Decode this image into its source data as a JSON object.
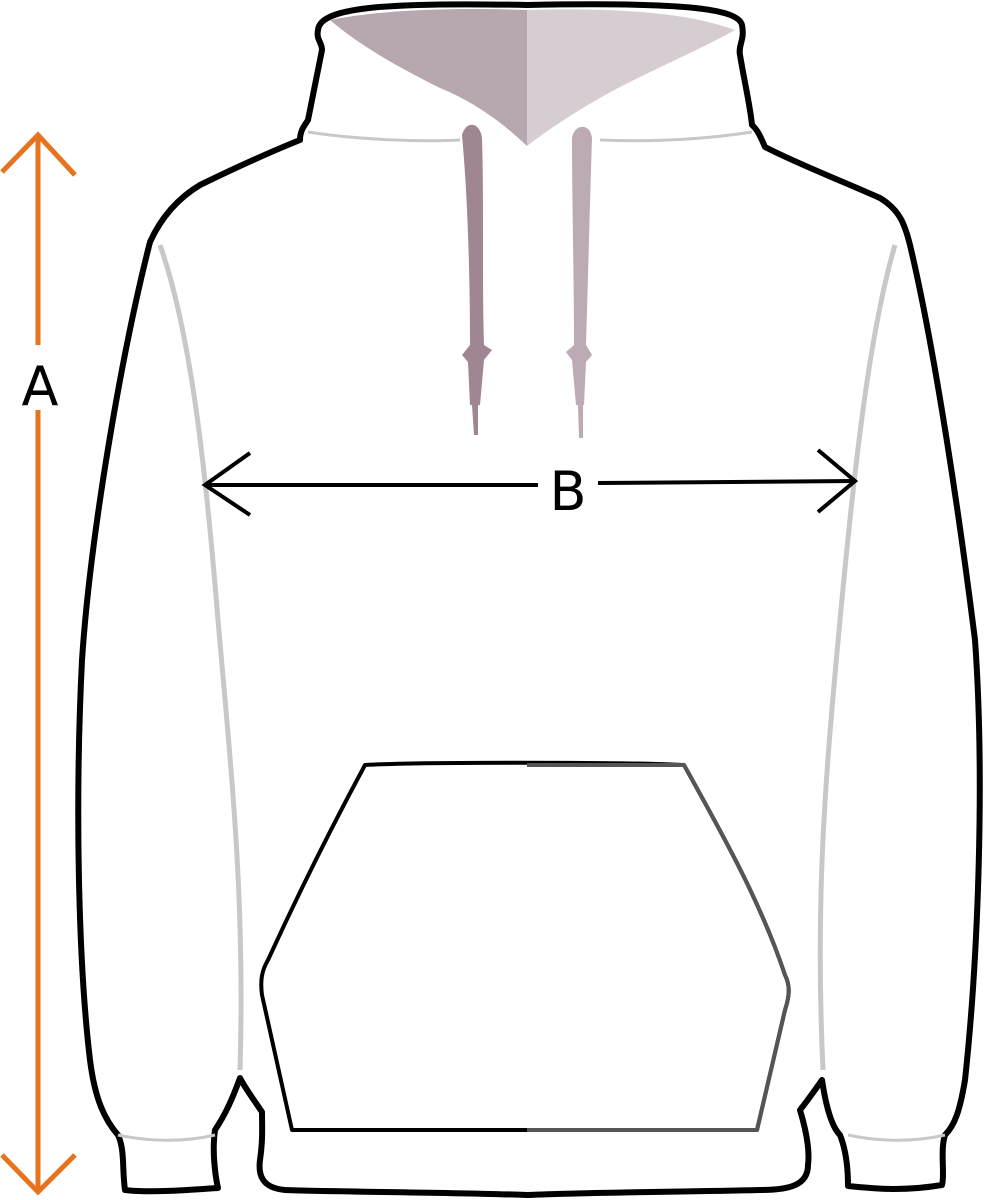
{
  "diagram": {
    "measurements": [
      {
        "id": "A",
        "label": "A",
        "dimension": "length"
      },
      {
        "id": "B",
        "label": "B",
        "dimension": "chest-width"
      }
    ]
  },
  "colors": {
    "outline": "#000000",
    "measure_a": "#e8731e",
    "measure_b": "#000000",
    "hood_inner": "#b7a7b0",
    "hood_inner_light": "#d6cdd2",
    "drawstring": "#a08592",
    "drawstring_light": "#bcabb4",
    "shading": "#c8c8c8"
  }
}
